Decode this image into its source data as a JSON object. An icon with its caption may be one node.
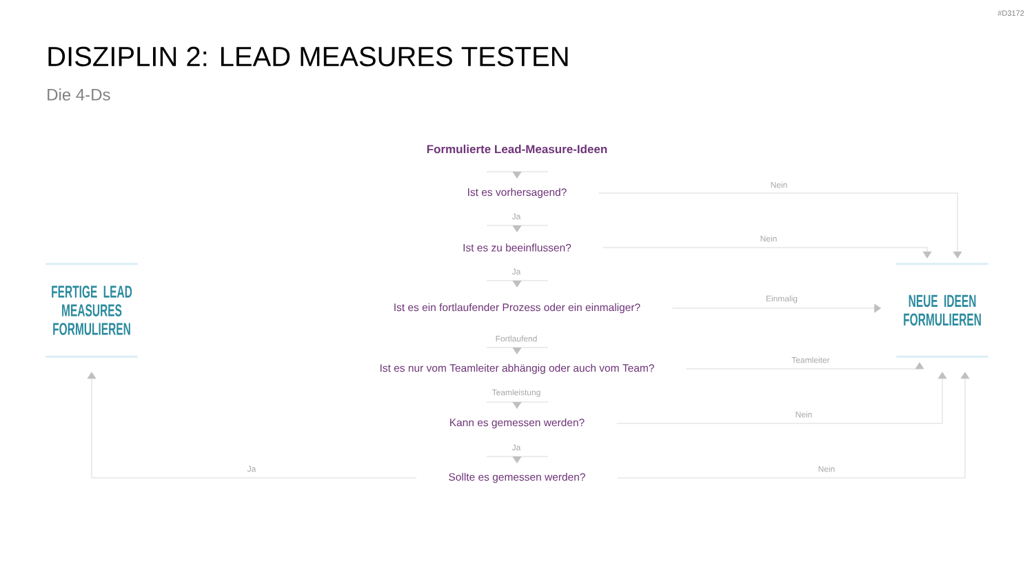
{
  "diagram": {
    "title": "DISZIPLIN 2: LEAD MEASURES TESTEN",
    "nodes": [
      {
        "text": [
          "Formulierte Lead-Measure-Ideen"
        ]
      },
      {
        "text": [
          "Ist es vorhersagend?"
        ]
      },
      {
        "text": [
          "Ist es zu beeinflussen?"
        ]
      },
      {
        "text": [
          "Ist es ein fortlaufender Prozess oder ein einmaliger?"
        ]
      },
      {
        "text": [
          "Ist es nur vom Teamleiter abhängig oder auch vom Team?"
        ]
      },
      {
        "text": [
          "Kann es gemessen werden?"
        ]
      },
      {
        "text": [
          "Sollte es gemessen werden?"
        ]
      },
      {
        "text": [
          "FERTIGE LEAD MEASURES FORMULIEREN"
        ]
      },
      {
        "text": [
          "NEUE IDEEN FORMULIEREN"
        ]
      }
    ],
    "edges": [
      {
        "from": 0,
        "to": 1,
        "arrow": "to"
      },
      {
        "from": 1,
        "to": 8,
        "label": "Nein",
        "arrow": "to"
      },
      {
        "from": 1,
        "to": 2,
        "label": "Ja",
        "arrow": "to"
      },
      {
        "from": 2,
        "to": 8,
        "label": "Nein",
        "arrow": "to"
      },
      {
        "from": 2,
        "to": 3,
        "label": "Ja",
        "arrow": "to"
      },
      {
        "from": 3,
        "to": 8,
        "label": "Einmalig",
        "arrow": "to"
      },
      {
        "from": 3,
        "to": 4,
        "label": "Fortlaufend",
        "arrow": "to"
      },
      {
        "from": 4,
        "to": 8,
        "label": "Teamleiter",
        "arrow": "to"
      },
      {
        "from": 4,
        "to": 5,
        "label": "Teamleistung",
        "arrow": "to"
      },
      {
        "from": 5,
        "to": 8,
        "label": "Nein",
        "arrow": "to"
      },
      {
        "from": 5,
        "to": 6,
        "label": "Ja",
        "arrow": "to"
      },
      {
        "from": 6,
        "to": 7,
        "label": "Ja",
        "arrow": "to"
      },
      {
        "from": 6,
        "to": 8,
        "label": "Nein",
        "arrow": "to"
      }
    ],
    "labels": [
      "Die 4-Ds",
      "#D3172"
    ]
  }
}
